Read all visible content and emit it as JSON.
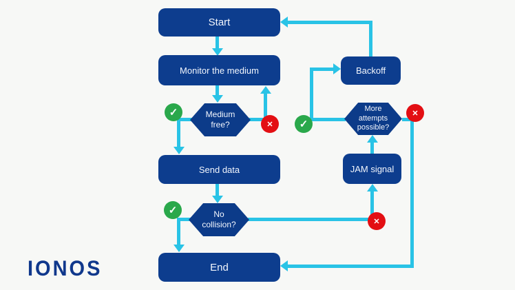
{
  "branding": {
    "logo_text": "IONOS"
  },
  "diagram": {
    "nodes": {
      "start": {
        "label": "Start"
      },
      "monitor_medium": {
        "label": "Monitor the medium"
      },
      "medium_free": {
        "label": "Medium\nfree?"
      },
      "send_data": {
        "label": "Send data"
      },
      "no_collision": {
        "label": "No\ncollision?"
      },
      "end": {
        "label": "End"
      },
      "backoff": {
        "label": "Backoff"
      },
      "more_attempts": {
        "label": "More\nattempts\npossible?"
      },
      "jam_signal": {
        "label": "JAM signal"
      }
    },
    "icons": {
      "check": "✓",
      "cross": "✕"
    },
    "colors": {
      "background": "#f7f8f6",
      "node_fill": "#0d3d8e",
      "connector": "#29c3e6",
      "yes_badge": "#2aa84b",
      "no_badge": "#e30f13",
      "node_text": "#ffffff",
      "logo_text": "#10388c"
    }
  }
}
